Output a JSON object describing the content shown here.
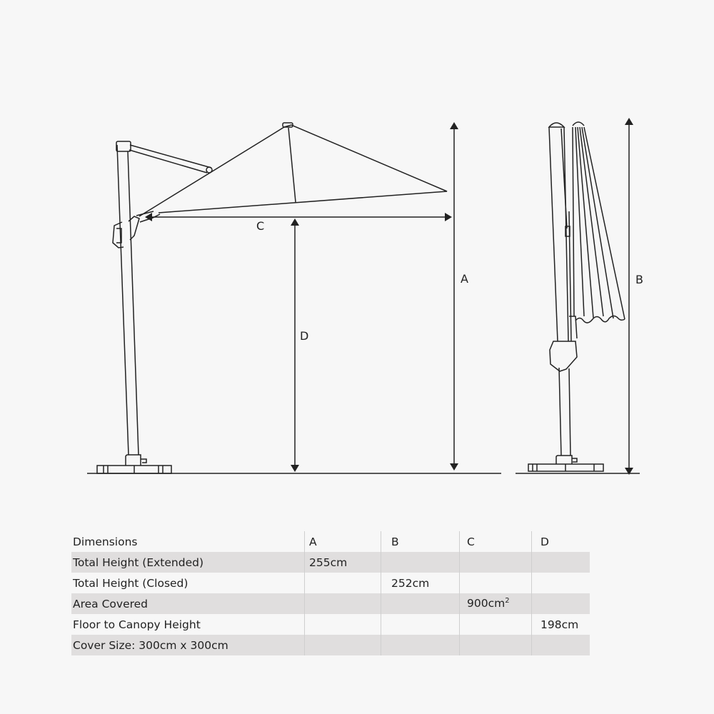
{
  "diagram": {
    "open_view": {
      "labels": {
        "A": "A",
        "C": "C",
        "D": "D"
      }
    },
    "closed_view": {
      "labels": {
        "B": "B"
      }
    },
    "line_color": "#222222",
    "background": "#f7f7f7"
  },
  "table": {
    "headers": [
      "Dimensions",
      "A",
      "B",
      "C",
      "D"
    ],
    "rows": [
      {
        "label": "Total Height (Extended)",
        "A": "255cm",
        "B": "",
        "C": "",
        "D": ""
      },
      {
        "label": "Total Height (Closed)",
        "A": "",
        "B": "252cm",
        "C": "",
        "D": ""
      },
      {
        "label": "Area Covered",
        "A": "",
        "B": "",
        "C": "900cm",
        "C_sup": "2",
        "D": ""
      },
      {
        "label": "Floor to Canopy Height",
        "A": "",
        "B": "",
        "C": "",
        "D": "198cm"
      },
      {
        "label": "Cover Size: 300cm x 300cm",
        "A": "",
        "B": "",
        "C": "",
        "D": ""
      }
    ],
    "row_shade_color": "#e0dede"
  }
}
